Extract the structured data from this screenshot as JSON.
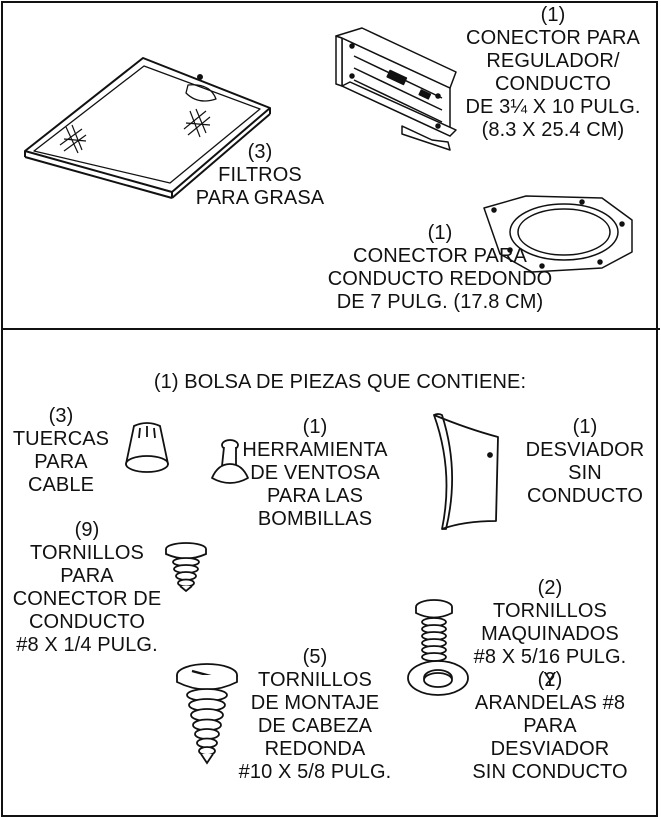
{
  "parts_top": {
    "damper": {
      "qty": "(1)",
      "line1": "CONECTOR PARA",
      "line2": "REGULADOR/",
      "line3": "CONDUCTO",
      "line4": "DE 3¼ X 10 PULG.",
      "line5": "(8.3 X 25.4 CM)"
    },
    "filters": {
      "qty": "(3)",
      "line1": "FILTROS",
      "line2": "PARA GRASA"
    },
    "round_duct": {
      "qty": "(1)",
      "line1": "CONECTOR PARA",
      "line2": "CONDUCTO REDONDO",
      "line3": "DE 7 PULG. (17.8 CM)"
    }
  },
  "parts_bag": {
    "heading": "(1) BOLSA DE PIEZAS QUE CONTIENE:",
    "wire_nuts": {
      "qty": "(3)",
      "line1": "TUERCAS",
      "line2": "PARA",
      "line3": "CABLE"
    },
    "suction_tool": {
      "qty": "(1)",
      "line1": "HERRAMIENTA",
      "line2": "DE VENTOSA",
      "line3": "PARA LAS",
      "line4": "BOMBILLAS"
    },
    "deflector": {
      "qty": "(1)",
      "line1": "DESVIADOR",
      "line2": "SIN",
      "line3": "CONDUCTO"
    },
    "duct_screws": {
      "qty": "(9)",
      "line1": "TORNILLOS",
      "line2": "PARA",
      "line3": "CONECTOR DE",
      "line4": "CONDUCTO",
      "line5": "#8 X 1/4 PULG."
    },
    "machine_screws": {
      "qty": "(2)",
      "line1": "TORNILLOS",
      "line2": "MAQUINADOS",
      "line3": "#8 X 5/16 PULG.",
      "line4": "Y"
    },
    "washers": {
      "qty": "(2)",
      "line1": "ARANDELAS #8",
      "line2": "PARA",
      "line3": "DESVIADOR",
      "line4": "SIN CONDUCTO"
    },
    "mount_screws": {
      "qty": "(5)",
      "line1": "TORNILLOS",
      "line2": "DE MONTAJE",
      "line3": "DE CABEZA",
      "line4": "REDONDA",
      "line5": "#10 X 5/8 PULG."
    }
  },
  "icons": [
    "grease-filter-icon",
    "damper-connector-icon",
    "round-duct-connector-icon",
    "wire-nut-icon",
    "suction-cup-tool-icon",
    "ductless-deflector-icon",
    "duct-connector-screw-icon",
    "machine-screw-icon",
    "washer-icon",
    "mounting-screw-icon"
  ],
  "colors": {
    "line": "#111111",
    "background": "#ffffff"
  }
}
